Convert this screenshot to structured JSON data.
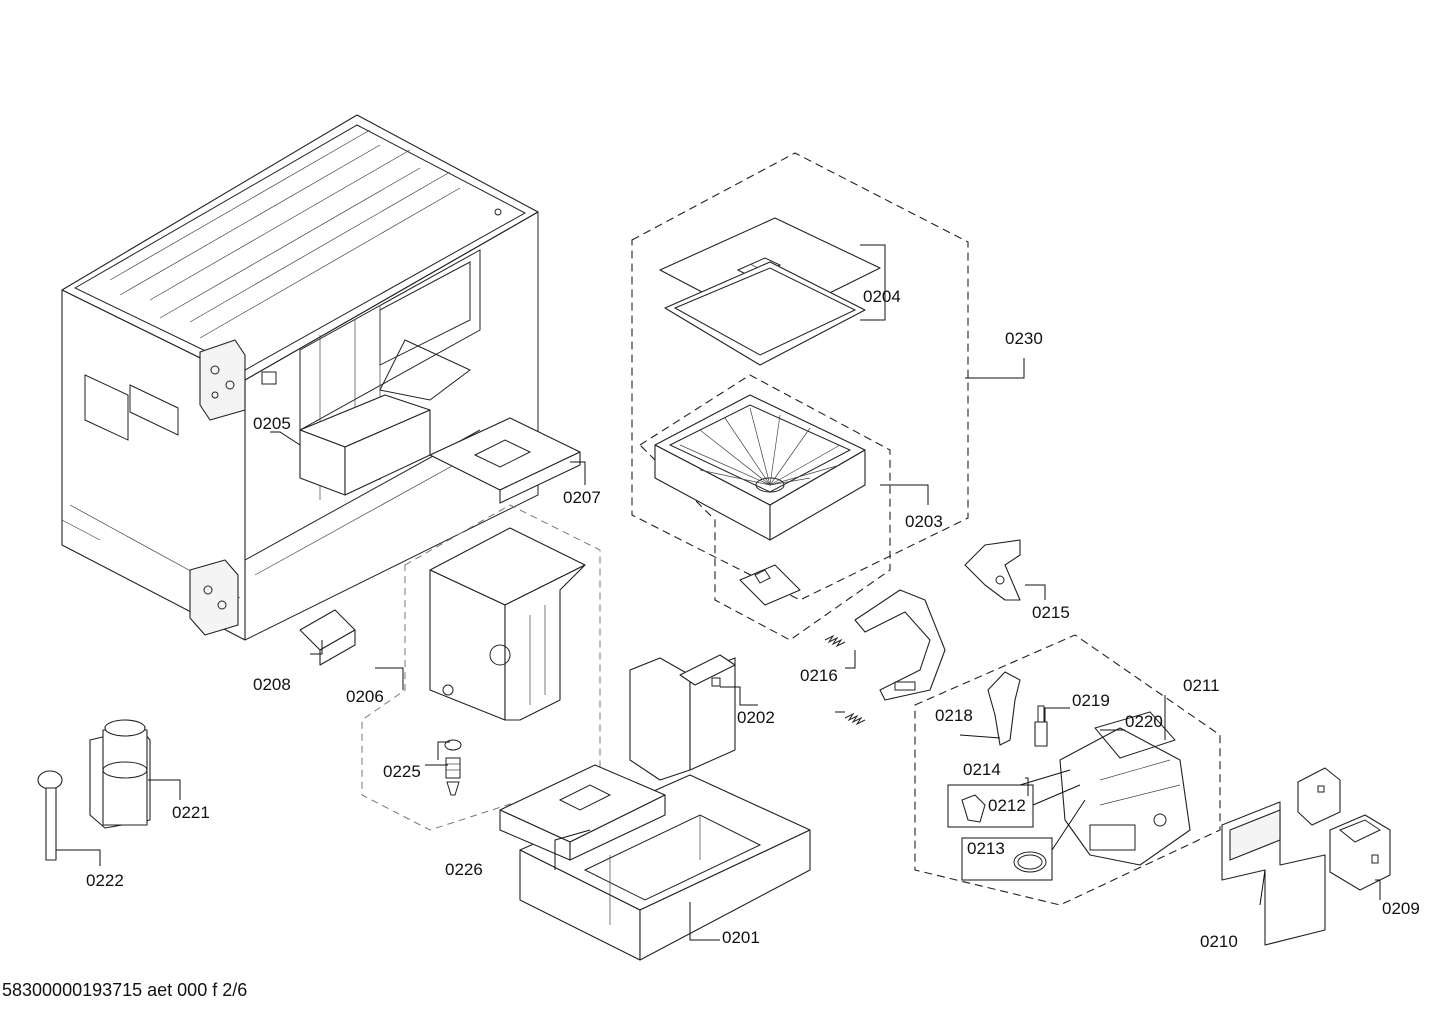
{
  "diagram": {
    "labels": [
      {
        "id": "0201",
        "text": "0201"
      },
      {
        "id": "0202",
        "text": "0202"
      },
      {
        "id": "0203",
        "text": "0203"
      },
      {
        "id": "0204",
        "text": "0204"
      },
      {
        "id": "0205",
        "text": "0205"
      },
      {
        "id": "0206",
        "text": "0206"
      },
      {
        "id": "0207",
        "text": "0207"
      },
      {
        "id": "0208",
        "text": "0208"
      },
      {
        "id": "0209",
        "text": "0209"
      },
      {
        "id": "0210",
        "text": "0210"
      },
      {
        "id": "0211",
        "text": "0211"
      },
      {
        "id": "0212",
        "text": "0212"
      },
      {
        "id": "0213",
        "text": "0213"
      },
      {
        "id": "0214",
        "text": "0214"
      },
      {
        "id": "0215",
        "text": "0215"
      },
      {
        "id": "0216",
        "text": "0216"
      },
      {
        "id": "0218",
        "text": "0218"
      },
      {
        "id": "0219",
        "text": "0219"
      },
      {
        "id": "0220",
        "text": "0220"
      },
      {
        "id": "0221",
        "text": "0221"
      },
      {
        "id": "0222",
        "text": "0222"
      },
      {
        "id": "0225",
        "text": "0225"
      },
      {
        "id": "0226",
        "text": "0226"
      },
      {
        "id": "0230",
        "text": "0230"
      }
    ],
    "footer": "58300000193715 aet 000 f 2/6"
  }
}
